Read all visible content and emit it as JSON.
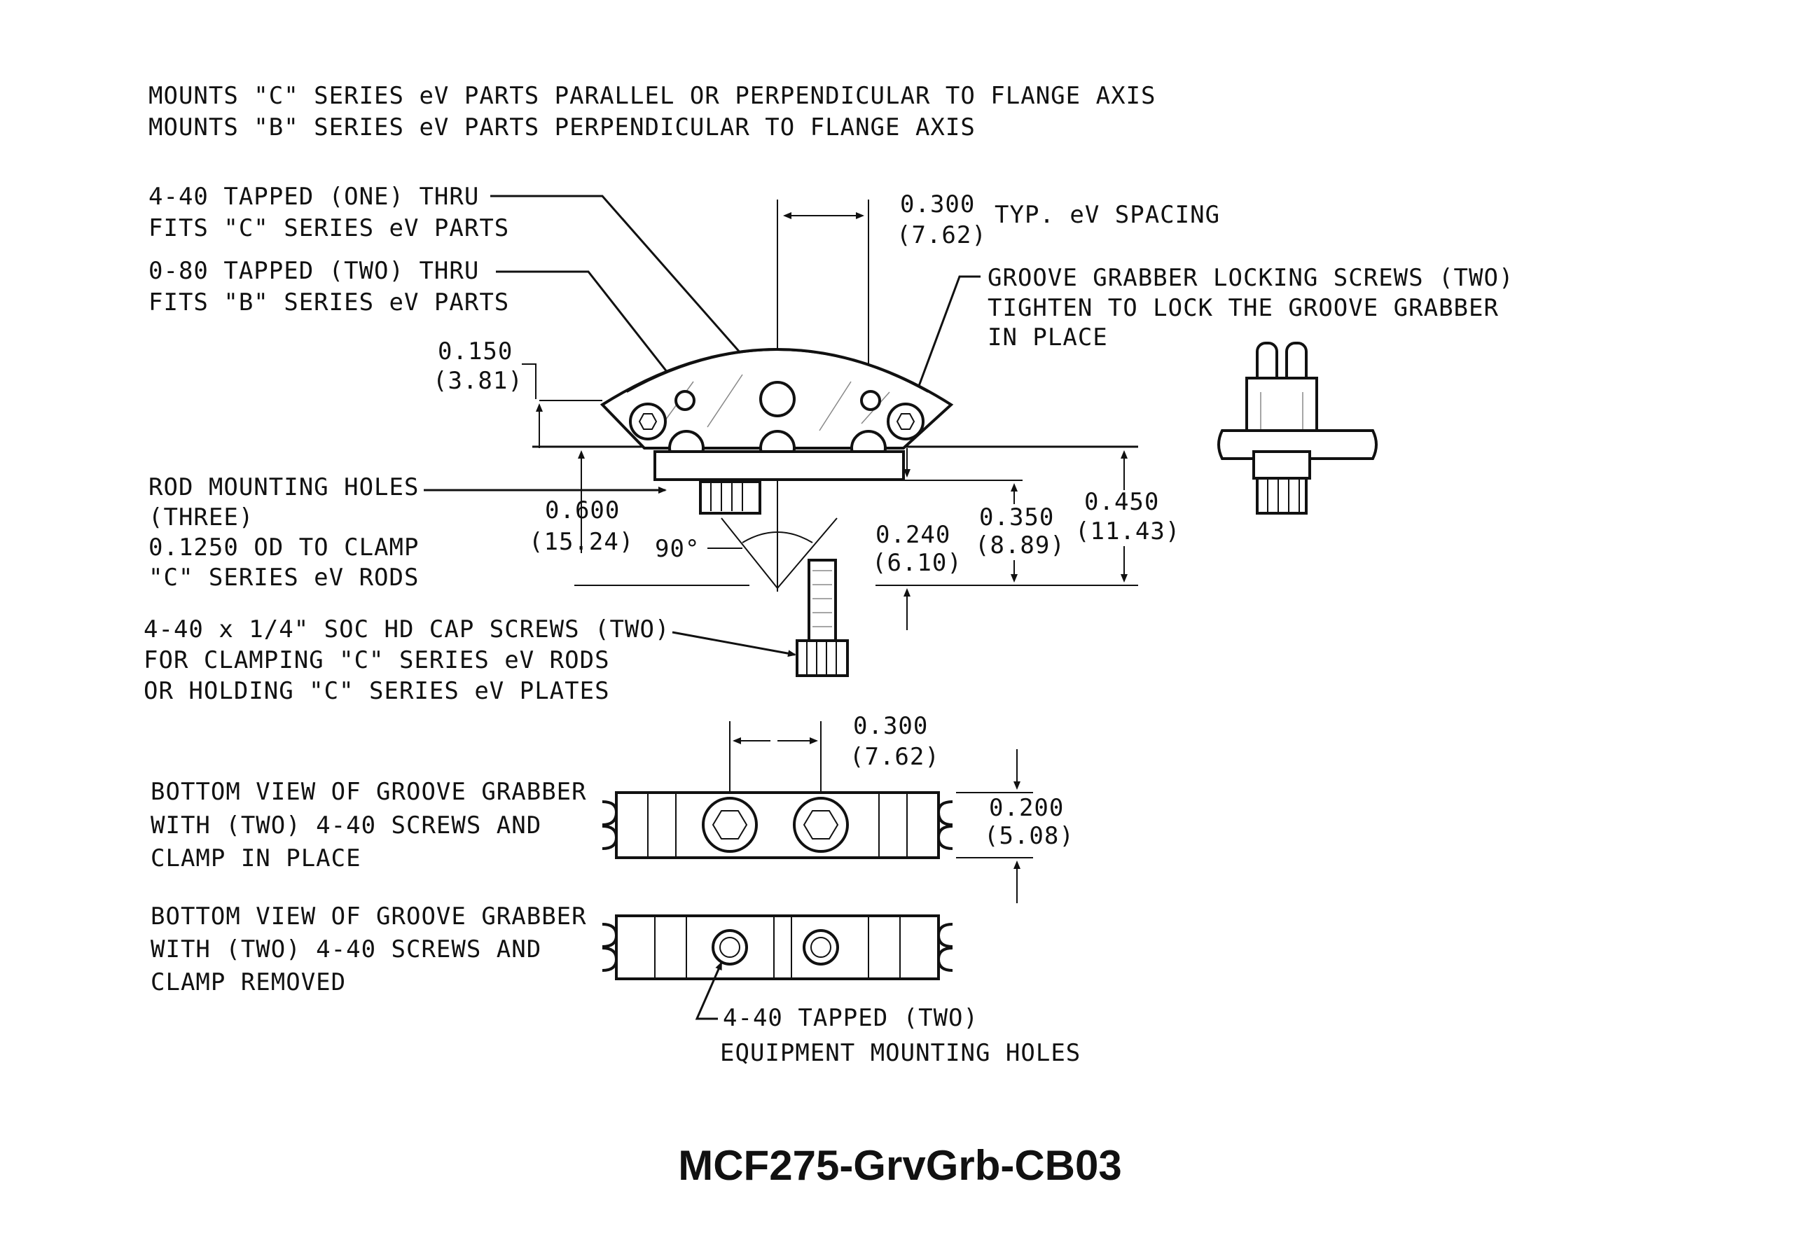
{
  "notes": {
    "line1": "MOUNTS \"C\" SERIES eV PARTS PARALLEL OR PERPENDICULAR TO FLANGE AXIS",
    "line2": "MOUNTS \"B\" SERIES eV PARTS PERPENDICULAR TO FLANGE AXIS"
  },
  "callouts": {
    "tapped_440_1": "4-40 TAPPED (ONE) THRU",
    "tapped_440_2": "FITS \"C\" SERIES eV PARTS",
    "tapped_080_1": "0-80 TAPPED (TWO) THRU",
    "tapped_080_2": "FITS \"B\" SERIES eV PARTS",
    "locking_1": "GROOVE GRABBER LOCKING SCREWS (TWO)",
    "locking_2": "TIGHTEN TO LOCK THE GROOVE GRABBER",
    "locking_3": "IN PLACE",
    "rod_1": "ROD MOUNTING HOLES",
    "rod_2": "(THREE)",
    "rod_3": "0.1250 OD TO CLAMP",
    "rod_4": "\"C\" SERIES eV RODS",
    "cap_1": "4-40 x 1/4\" SOC HD CAP SCREWS (TWO)",
    "cap_2": "FOR CLAMPING \"C\" SERIES eV RODS",
    "cap_3": "OR HOLDING \"C\" SERIES eV PLATES",
    "bottom1_1": "BOTTOM VIEW OF GROOVE GRABBER",
    "bottom1_2": "WITH (TWO) 4-40 SCREWS AND",
    "bottom1_3": "CLAMP IN PLACE",
    "bottom2_1": "BOTTOM VIEW OF GROOVE GRABBER",
    "bottom2_2": "WITH (TWO) 4-40 SCREWS AND",
    "bottom2_3": "CLAMP REMOVED",
    "equip_1": "4-40 TAPPED (TWO)",
    "equip_2": "EQUIPMENT MOUNTING HOLES"
  },
  "dimensions": {
    "spacing_in": "0.300",
    "spacing_mm": "(7.62)",
    "spacing_note": "TYP. eV SPACING",
    "d150_in": "0.150",
    "d150_mm": "(3.81)",
    "d600_in": "0.600",
    "d600_mm": "(15.24)",
    "angle": "90°",
    "d240_in": "0.240",
    "d240_mm": "(6.10)",
    "d350_in": "0.350",
    "d350_mm": "(8.89)",
    "d450_in": "0.450",
    "d450_mm": "(11.43)",
    "bottom_spacing_in": "0.300",
    "bottom_spacing_mm": "(7.62)",
    "d200_in": "0.200",
    "d200_mm": "(5.08)"
  },
  "title": "MCF275-GrvGrb-CB03"
}
